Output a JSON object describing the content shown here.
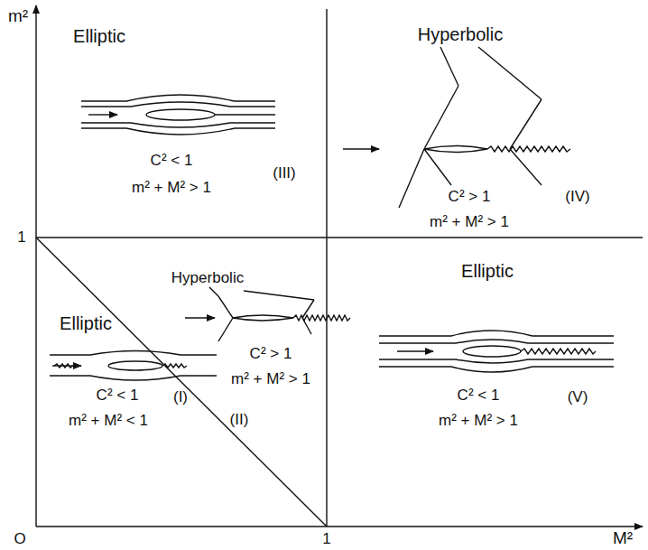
{
  "diagram": {
    "labels": [
      "m²",
      "M²",
      "O",
      "1",
      "1",
      "Elliptic",
      "C² < 1",
      "m² + M² > 1",
      "(III)",
      "Hyperbolic",
      "C² > 1",
      "m² + M² > 1",
      "(IV)",
      "Hyperbolic",
      "C² > 1",
      "m² + M² > 1",
      "(II)",
      "Elliptic",
      "C² < 1",
      "m² + M² < 1",
      "(I)",
      "Elliptic",
      "C² < 1",
      "m² + M² > 1",
      "(V)"
    ]
  }
}
